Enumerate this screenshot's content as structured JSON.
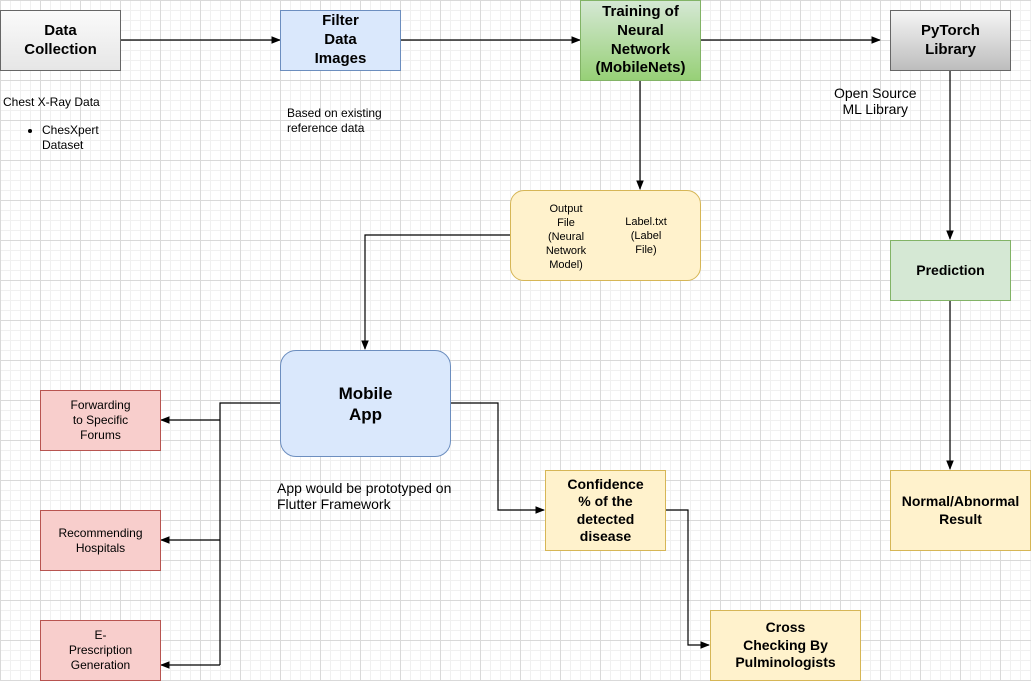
{
  "nodes": {
    "data_collection": "Data\nCollection",
    "filter_data_images": "Filter\nData\nImages",
    "training_nn": "Training of\nNeural\nNetwork\n(MobileNets)",
    "pytorch_library": "PyTorch\nLibrary",
    "output_file": "Output\nFile\n(Neural\nNetwork\nModel)",
    "label_txt": "Label.txt\n(Label\nFile)",
    "prediction": "Prediction",
    "mobile_app": "Mobile\nApp",
    "forwarding_forums": "Forwarding\nto Specific\nForums",
    "recommending_hospitals": "Recommending\nHospitals",
    "e_prescription": "E-\nPrescription\nGeneration",
    "confidence": "Confidence\n% of the\ndetected\ndisease",
    "cross_checking": "Cross\nChecking By\nPulminologists",
    "normal_abnormal": "Normal/Abnormal\nResult"
  },
  "annotations": {
    "chest_xray": "Chest X-Ray Data",
    "chexpert_item": "ChesXpert\nDataset",
    "reference_data": "Based on existing\nreference data",
    "open_source": "Open Source\nML Library",
    "flutter": "App would be prototyped on\nFlutter Framework"
  },
  "colors": {
    "edge": "#000000",
    "blue_fill": "#dae8fc",
    "green_fill": "#d5e8d4",
    "yellow_fill": "#fff2cc",
    "red_fill": "#f8cecc"
  }
}
